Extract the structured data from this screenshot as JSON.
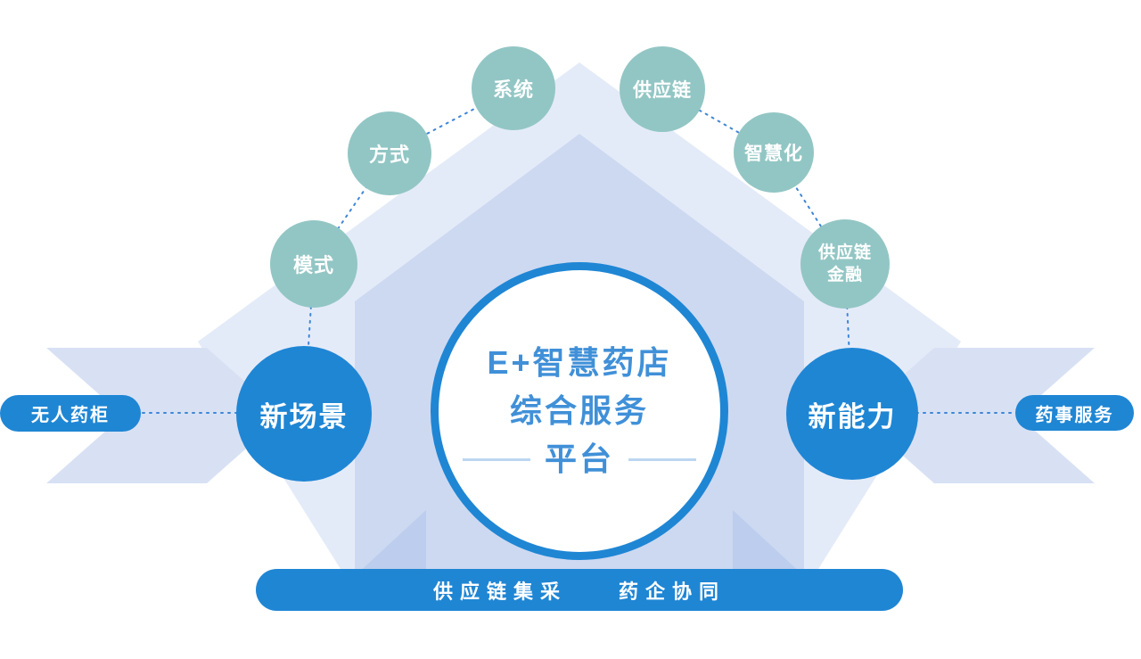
{
  "diagram": {
    "center_platform": {
      "line1": "E+智慧药店",
      "line2": "综合服务",
      "line3": "平台"
    },
    "satellites": [
      {
        "id": "moshi",
        "label": "模式"
      },
      {
        "id": "fangshi",
        "label": "方式"
      },
      {
        "id": "xitong",
        "label": "系统"
      },
      {
        "id": "gongyinglian",
        "label": "供应链"
      },
      {
        "id": "zhihuihua",
        "label": "智慧化"
      },
      {
        "id": "gongyinglian-jinrong",
        "line1": "供应链",
        "line2": "金融"
      }
    ],
    "hubs": [
      {
        "id": "xinchangjing",
        "label": "新场景"
      },
      {
        "id": "xinnengli",
        "label": "新能力"
      }
    ],
    "side_pills": [
      {
        "id": "wurenyaogui",
        "label": "无人药柜"
      },
      {
        "id": "yaoshifuwu",
        "label": "药事服务"
      }
    ],
    "bottom_bar": {
      "items": [
        "供应链集采",
        "药企协同"
      ]
    },
    "colors": {
      "primary_blue": "#1f86d4",
      "text_blue": "#4090d8",
      "teal": "#92c6c4",
      "bg_light": "#e4ebf8",
      "bg_mid": "#cdd9f1",
      "bg_chevron": "#d8e1f4",
      "bg_facet": "#bccded",
      "connector_blue": "#3f86d6"
    }
  }
}
